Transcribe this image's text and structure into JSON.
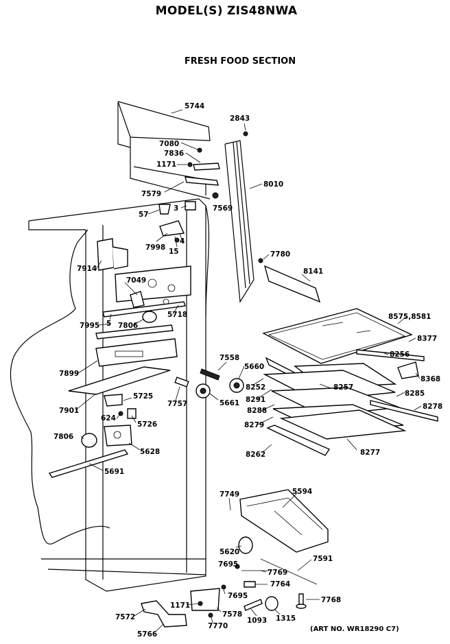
{
  "header": {
    "model": "MODEL(S) ZIS48NWA",
    "section": "FRESH FOOD SECTION",
    "art_no": "(ART NO. WR18290 C7)"
  },
  "part_labels": [
    "5744",
    "2843",
    "7080",
    "7836",
    "1171",
    "8010",
    "7579",
    "7569",
    "57",
    "3",
    "7998",
    "15",
    "4",
    "7914",
    "7049",
    "7995",
    "5",
    "7806",
    "5718",
    "7780",
    "8141",
    "8575,8581",
    "8377",
    "8256",
    "8368",
    "7899",
    "7558",
    "5660",
    "8252",
    "8257",
    "8291",
    "8285",
    "8288",
    "8278",
    "8279",
    "8262",
    "8277",
    "7901",
    "5725",
    "7757",
    "5661",
    "624",
    "5726",
    "7806",
    "5628",
    "5691",
    "7749",
    "5594",
    "5620",
    "7591",
    "7695",
    "7769",
    "7764",
    "7695",
    "7768",
    "1171",
    "7578",
    "1093",
    "1315",
    "7572",
    "7770",
    "5766"
  ]
}
